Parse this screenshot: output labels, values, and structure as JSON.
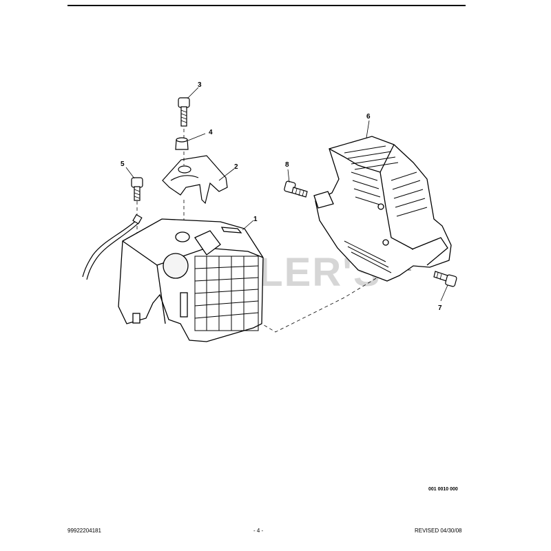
{
  "callouts": {
    "c1": "1",
    "c2": "2",
    "c3": "3",
    "c4": "4",
    "c5": "5",
    "c6": "6",
    "c7": "7",
    "c8": "8"
  },
  "watermark": "CUTLER'S",
  "drawing_code": "001 0010 000",
  "footer": {
    "part_number": "99922204181",
    "page": "- 4 -",
    "revised": "REVISED 04/30/08"
  }
}
